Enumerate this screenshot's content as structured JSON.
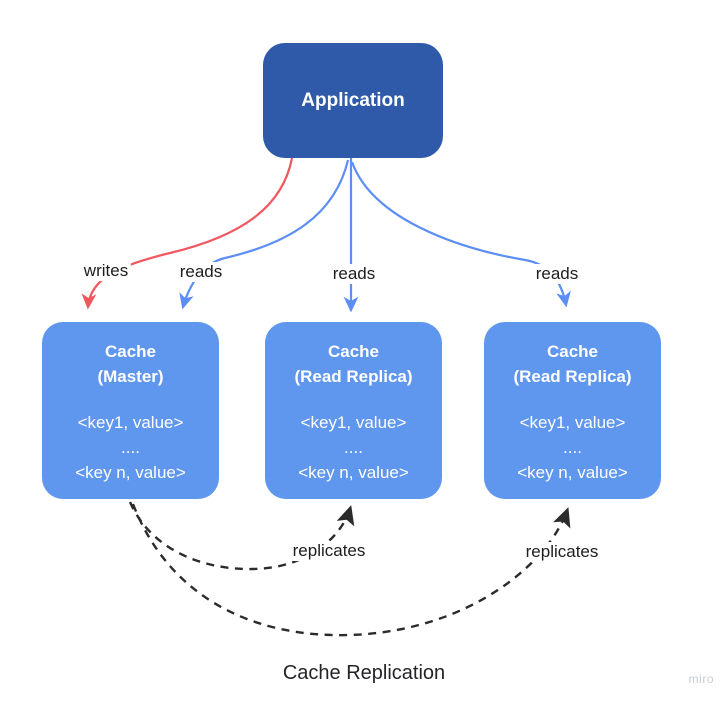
{
  "colors": {
    "bg": "#ffffff",
    "app-box": "#2e5aa9",
    "cache-box": "#5f96ee",
    "box-text": "#ffffff",
    "arrow-blue": "#5d8ef5",
    "arrow-red": "#f0585f",
    "arrow-black": "#2b2b2b",
    "label-text": "#1d1d1f",
    "title-text": "#242428",
    "watermark": "#c6cbd6"
  },
  "application": {
    "label": "Application"
  },
  "caches": [
    {
      "title": "Cache",
      "subtitle": "(Master)",
      "entries": [
        "<key1, value>",
        "....",
        "<key n, value>"
      ]
    },
    {
      "title": "Cache",
      "subtitle": "(Read Replica)",
      "entries": [
        "<key1, value>",
        "....",
        "<key n, value>"
      ]
    },
    {
      "title": "Cache",
      "subtitle": "(Read Replica)",
      "entries": [
        "<key1, value>",
        "....",
        "<key n, value>"
      ]
    }
  ],
  "edges": [
    {
      "label": "writes",
      "style": "red-solid",
      "from": "application",
      "to": "cache-master"
    },
    {
      "label": "reads",
      "style": "blue-solid",
      "from": "application",
      "to": "cache-master"
    },
    {
      "label": "reads",
      "style": "blue-solid",
      "from": "application",
      "to": "cache-read-replica-1"
    },
    {
      "label": "reads",
      "style": "blue-solid",
      "from": "application",
      "to": "cache-read-replica-2"
    },
    {
      "label": "replicates",
      "style": "black-dashed",
      "from": "cache-master",
      "to": "cache-read-replica-1"
    },
    {
      "label": "replicates",
      "style": "black-dashed",
      "from": "cache-master",
      "to": "cache-read-replica-2"
    }
  ],
  "caption": "Cache Replication",
  "watermark": "miro"
}
